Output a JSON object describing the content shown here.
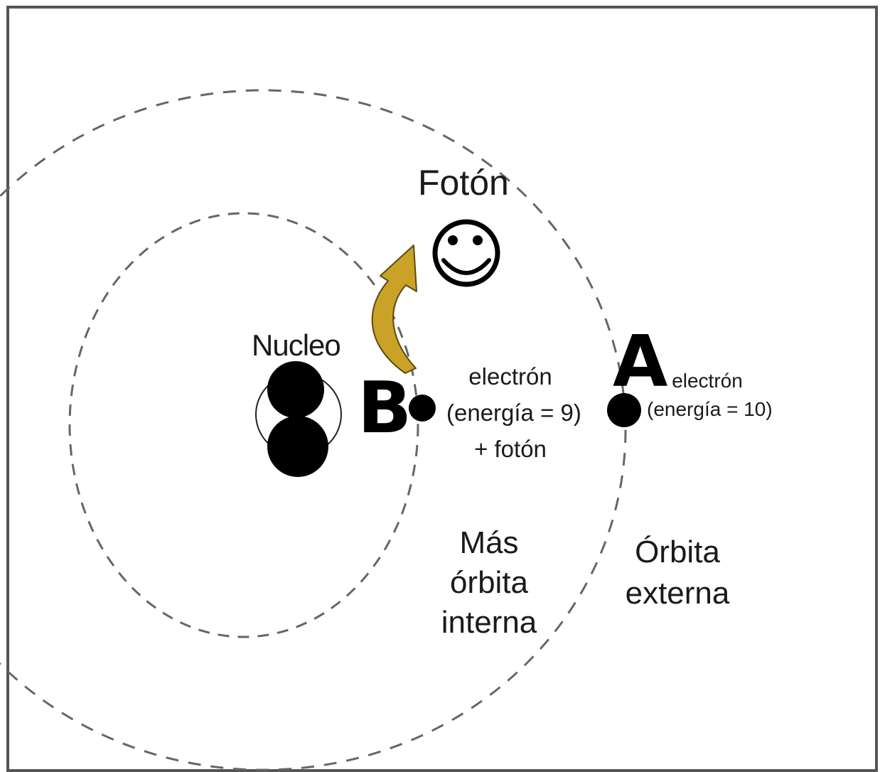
{
  "labels": {
    "foton": "Fotón",
    "nucleo": "Nucleo",
    "letter_b": "B",
    "letter_a": "A",
    "electron_b": {
      "line1": "electrón",
      "line2": "(energía = 9)",
      "line3": "+ fotón"
    },
    "electron_a": {
      "line1": "electrón",
      "line2": "(energía = 10)"
    },
    "inner_orbit": {
      "line1": "Más",
      "line2": "órbita",
      "line3": "interna"
    },
    "outer_orbit": {
      "line1": "Órbita",
      "line2": "externa"
    }
  },
  "colors": {
    "arrow": "#c9a227",
    "orbit": "#666666",
    "frame": "#555555",
    "ink": "#000000"
  },
  "icons": [
    "smiley-photon-icon",
    "curved-arrow-icon"
  ]
}
